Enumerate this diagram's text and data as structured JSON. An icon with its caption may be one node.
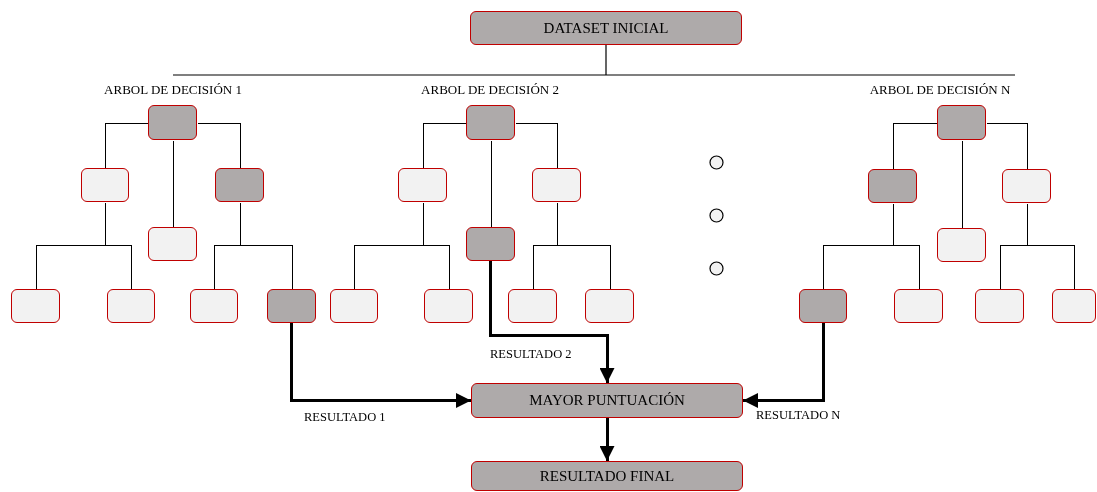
{
  "diagram": {
    "nodes": [
      {
        "text": [
          "DATASET INICIAL"
        ]
      },
      {
        "text": [],
        "shape": "box"
      },
      {
        "text": [],
        "shape": "box"
      },
      {
        "text": [],
        "shape": "box"
      },
      {
        "text": [],
        "shape": "box"
      },
      {
        "text": [],
        "shape": "box"
      },
      {
        "text": [],
        "shape": "box"
      },
      {
        "text": [],
        "shape": "box"
      },
      {
        "text": [],
        "shape": "box"
      },
      {
        "text": [],
        "shape": "box"
      },
      {
        "text": [],
        "shape": "box"
      },
      {
        "text": [],
        "shape": "box"
      },
      {
        "text": [],
        "shape": "box"
      },
      {
        "text": [],
        "shape": "box"
      },
      {
        "text": [],
        "shape": "box"
      },
      {
        "text": [],
        "shape": "box"
      },
      {
        "text": [],
        "shape": "box"
      },
      {
        "text": [],
        "shape": "box"
      },
      {
        "text": [],
        "shape": "box"
      },
      {
        "text": [],
        "shape": "box"
      },
      {
        "text": [],
        "shape": "box"
      },
      {
        "text": [],
        "shape": "box"
      },
      {
        "text": [],
        "shape": "box"
      },
      {
        "text": [],
        "shape": "box"
      },
      {
        "text": [],
        "shape": "box"
      },
      {
        "text": [
          "MAYOR PUNTUACIÓN"
        ]
      },
      {
        "text": [
          "RESULTADO FINAL"
        ]
      }
    ],
    "edges": [
      {
        "from": 1,
        "to": 2,
        "arrow": "none"
      },
      {
        "from": 1,
        "to": 3,
        "arrow": "none"
      },
      {
        "from": 1,
        "to": 4,
        "arrow": "none"
      },
      {
        "from": 2,
        "to": 5,
        "arrow": "none"
      },
      {
        "from": 2,
        "to": 6,
        "arrow": "none"
      },
      {
        "from": 4,
        "to": 7,
        "arrow": "none"
      },
      {
        "from": 4,
        "to": 8,
        "arrow": "none"
      },
      {
        "from": 9,
        "to": 10,
        "arrow": "none"
      },
      {
        "from": 9,
        "to": 11,
        "arrow": "none"
      },
      {
        "from": 9,
        "to": 12,
        "arrow": "none"
      },
      {
        "from": 10,
        "to": 13,
        "arrow": "none"
      },
      {
        "from": 10,
        "to": 14,
        "arrow": "none"
      },
      {
        "from": 12,
        "to": 15,
        "arrow": "none"
      },
      {
        "from": 12,
        "to": 16,
        "arrow": "none"
      },
      {
        "from": 17,
        "to": 18,
        "arrow": "none"
      },
      {
        "from": 17,
        "to": 19,
        "arrow": "none"
      },
      {
        "from": 17,
        "to": 20,
        "arrow": "none"
      },
      {
        "from": 18,
        "to": 21,
        "arrow": "none"
      },
      {
        "from": 18,
        "to": 22,
        "arrow": "none"
      },
      {
        "from": 20,
        "to": 23,
        "arrow": "none"
      },
      {
        "from": 20,
        "to": 24,
        "arrow": "none"
      },
      {
        "from": 8,
        "to": 25,
        "arrow": "to",
        "label": "RESULTADO 1",
        "style": "thick"
      },
      {
        "from": 11,
        "to": 25,
        "arrow": "to",
        "label": "RESULTADO 2",
        "style": "thick"
      },
      {
        "from": 21,
        "to": 25,
        "arrow": "to",
        "label": "RESULTADO N",
        "style": "thick"
      },
      {
        "from": 25,
        "to": 26,
        "arrow": "to",
        "style": "thick"
      }
    ],
    "labels": [
      "ARBOL DE DECISIÓN 1",
      "ARBOL DE DECISIÓN 2",
      "ARBOL DE DECISIÓN N"
    ]
  }
}
